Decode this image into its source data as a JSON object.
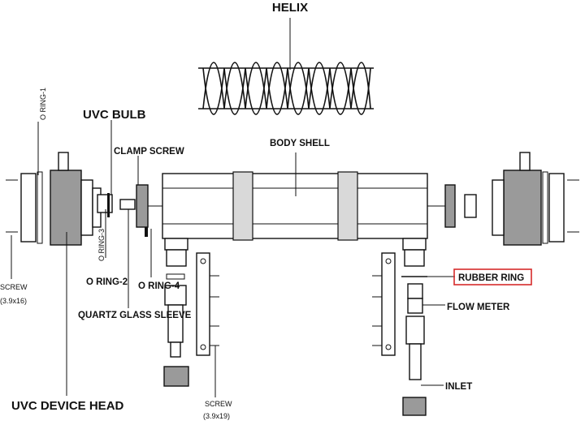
{
  "labels": {
    "helix": "HELIX",
    "o_ring_1": "O RING-1",
    "uvc_bulb": "UVC BULB",
    "clamp_screw": "CLAMP SCREW",
    "body_shell": "BODY SHELL",
    "o_ring_3": "O RING-3",
    "o_ring_2": "O RING-2",
    "o_ring_4": "O RING-4",
    "screw_left_line1": "SCREW",
    "screw_left_line2": "(3.9x16)",
    "quartz_glass_sleeve": "QUARTZ GLASS SLEEVE",
    "uvc_device_head": "UVC DEVICE HEAD",
    "screw_bottom_line1": "SCREW",
    "screw_bottom_line2": "(3.9x19)",
    "rubber_ring": "RUBBER RING",
    "flow_meter": "FLOW METER",
    "inlet": "INLET"
  },
  "highlight_color": "#d62b2b"
}
